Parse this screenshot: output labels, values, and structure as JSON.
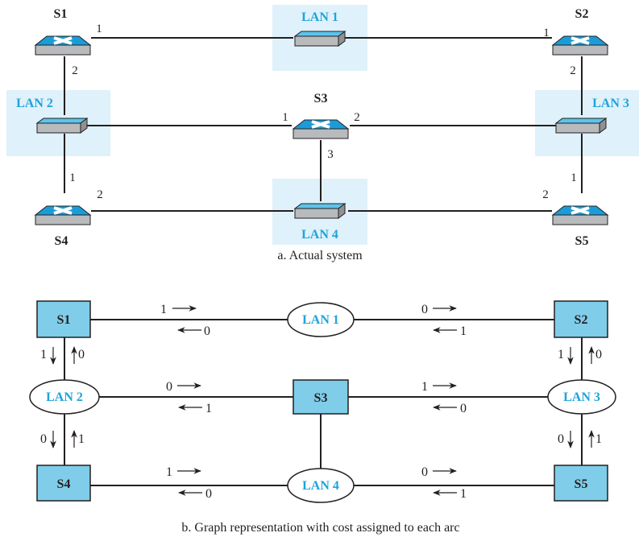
{
  "colors": {
    "switch_blue": "#1b9cd8",
    "node_fill": "#7fcde9",
    "lan_highlight": "#dff1fa",
    "lan_text": "#1fa3db",
    "line": "#231f20",
    "hub_top": "#5cc4ec",
    "hub_front": "#b8babc"
  },
  "icons": {
    "switch": "switch-icon",
    "lan_segment": "hub-icon"
  },
  "part_a": {
    "caption": "a. Actual system",
    "switches": {
      "s1": "S1",
      "s2": "S2",
      "s3": "S3",
      "s4": "S4",
      "s5": "S5"
    },
    "lans": {
      "lan1": "LAN 1",
      "lan2": "LAN 2",
      "lan3": "LAN 3",
      "lan4": "LAN 4"
    },
    "ports": {
      "s1_p1": "1",
      "s1_p2": "2",
      "s2_p1": "1",
      "s2_p2": "2",
      "s3_p1": "1",
      "s3_p2": "2",
      "s3_p3": "3",
      "s4_p1": "1",
      "s4_p2": "2",
      "s5_p1": "1",
      "s5_p2": "2"
    }
  },
  "part_b": {
    "caption": "b. Graph representation with cost assigned to each arc",
    "nodes": {
      "s1": "S1",
      "s2": "S2",
      "s3": "S3",
      "s4": "S4",
      "s5": "S5"
    },
    "lans": {
      "lan1": "LAN 1",
      "lan2": "LAN 2",
      "lan3": "LAN 3",
      "lan4": "LAN 4"
    },
    "costs": {
      "s1_lan1_fwd": "1",
      "s1_lan1_back": "0",
      "lan1_s2_fwd": "0",
      "lan1_s2_back": "1",
      "s1_lan2_down": "1",
      "s1_lan2_up": "0",
      "s2_lan3_down": "1",
      "s2_lan3_up": "0",
      "lan2_s3_fwd": "0",
      "lan2_s3_back": "1",
      "s3_lan3_fwd": "1",
      "s3_lan3_back": "0",
      "lan2_s4_down": "0",
      "lan2_s4_up": "1",
      "lan3_s5_down": "0",
      "lan3_s5_up": "1",
      "s4_lan4_fwd": "1",
      "s4_lan4_back": "0",
      "lan4_s5_fwd": "0",
      "lan4_s5_back": "1"
    }
  }
}
